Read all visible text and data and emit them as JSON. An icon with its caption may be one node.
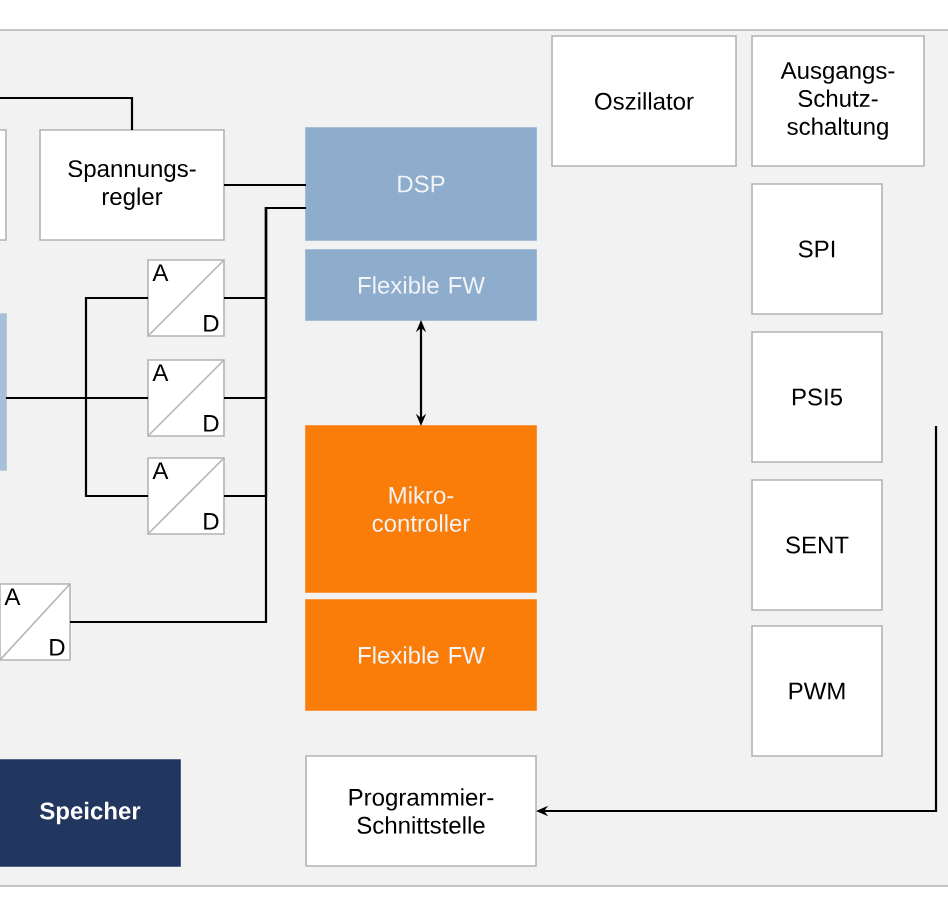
{
  "diagram": {
    "nodes": [
      {
        "text": [
          "Spannungs- regler"
        ]
      },
      {
        "text": [
          "DSP"
        ]
      },
      {
        "text": [
          "Flexible FW"
        ]
      },
      {
        "text": [
          "A",
          "D"
        ]
      },
      {
        "text": [
          "A",
          "D"
        ]
      },
      {
        "text": [
          "A",
          "D"
        ]
      },
      {
        "text": [
          "A",
          "D"
        ]
      },
      {
        "text": [
          "Mikro- controller"
        ]
      },
      {
        "text": [
          "Flexible FW"
        ]
      },
      {
        "text": [
          "Speicher"
        ]
      },
      {
        "text": [
          "Programmier- Schnittstelle"
        ]
      },
      {
        "text": [
          "Oszillator"
        ]
      },
      {
        "text": [
          "Ausgangs- Schutz- schaltung"
        ]
      },
      {
        "text": [
          "SPI"
        ]
      },
      {
        "text": [
          "PSI5"
        ]
      },
      {
        "text": [
          "SENT"
        ]
      },
      {
        "text": [
          "PWM"
        ]
      },
      {
        "text": [],
        "shape": "box"
      },
      {
        "text": [],
        "shape": "box"
      }
    ],
    "edges": [
      {
        "from": null,
        "to": 0,
        "arrow": "none"
      },
      {
        "from": 0,
        "to": 1,
        "arrow": "none"
      },
      {
        "from": 3,
        "to": 1,
        "arrow": "none"
      },
      {
        "from": 4,
        "to": 1,
        "arrow": "none"
      },
      {
        "from": 5,
        "to": 1,
        "arrow": "none"
      },
      {
        "from": 6,
        "to": 1,
        "arrow": "none"
      },
      {
        "from": 18,
        "to": 3,
        "arrow": "none"
      },
      {
        "from": 18,
        "to": 4,
        "arrow": "none"
      },
      {
        "from": 18,
        "to": 5,
        "arrow": "none"
      },
      {
        "from": 2,
        "to": 7,
        "arrow": "both"
      },
      {
        "from": null,
        "to": 10,
        "arrow": "to"
      }
    ]
  }
}
